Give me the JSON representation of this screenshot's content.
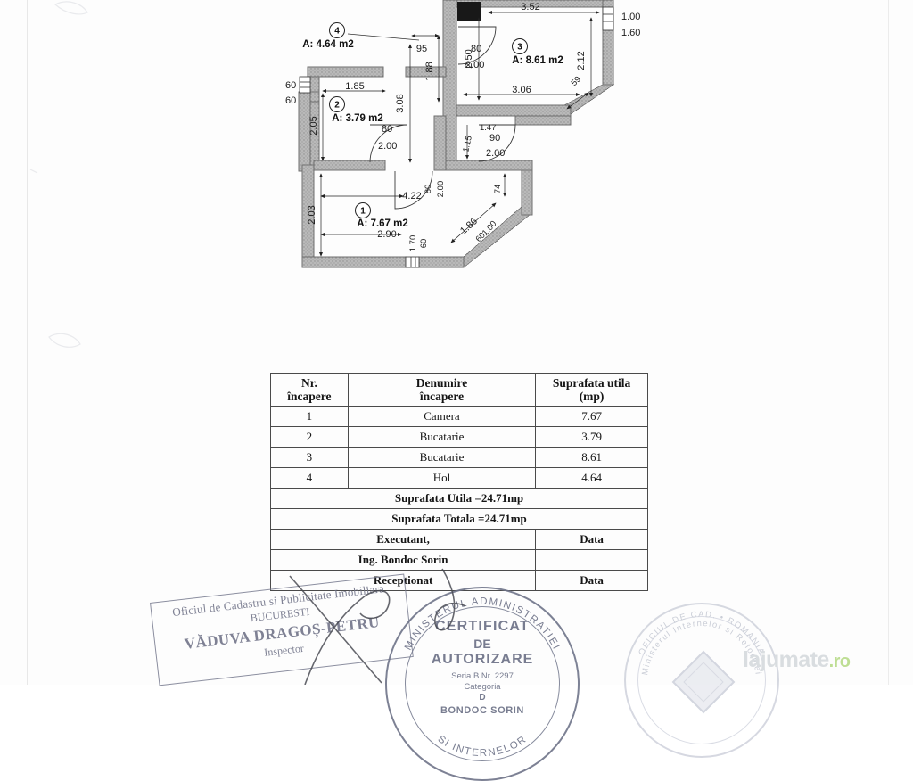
{
  "document": {
    "type": "cadastral-floor-plan",
    "watermark": "lajumate",
    "watermark_suffix": ".ro"
  },
  "floor_plan": {
    "rooms": [
      {
        "number": "4",
        "area_label": "A: 4.64 m2"
      },
      {
        "number": "3",
        "area_label": "A: 8.61 m2"
      },
      {
        "number": "2",
        "area_label": "A: 3.79 m2"
      },
      {
        "number": "1",
        "area_label": "A: 7.67 m2"
      }
    ],
    "dimensions": {
      "room3_top": "3.52",
      "room3_right": "2.12",
      "room3_bottom": "3.06",
      "room3_left_vert": "2.50",
      "room3_corner_diag": "59",
      "window_top_right_w": "1.00",
      "window_top_right_h": "1.60",
      "hall_w": "95",
      "hall_vert": "1.88",
      "hall_left_vert": "3.08",
      "room2_top": "1.85",
      "room2_left_vert": "2.05",
      "window_left_w": "60",
      "window_left_h": "60",
      "room1_top": "4.22",
      "room1_left_vert": "2.03",
      "room1_bottom": "2.90",
      "room1_diag": "1.86",
      "window_bottom_w": "1.70",
      "window_bottom_h": "60",
      "window_diag_w": "1.00",
      "window_diag_h": "60",
      "mid_small_1": "1.47",
      "mid_small_2": "1.15",
      "right_small": "74",
      "door_a_w": "80",
      "door_a_h": "2.00",
      "door_b_w": "80",
      "door_b_h": "2.00",
      "door_c_w": "90",
      "door_c_h": "2.00",
      "door_d_w": "80",
      "door_d_h": "2.00",
      "door_e_w": "90",
      "door_e_h": "2.00"
    }
  },
  "table": {
    "headers": [
      "Nr.\nîncapere",
      "Denumire\nîncapere",
      "Suprafata utila\n(mp)"
    ],
    "header_nr_l1": "Nr.",
    "header_nr_l2": "încapere",
    "header_name_l1": "Denumire",
    "header_name_l2": "încapere",
    "header_area_l1": "Suprafata utila",
    "header_area_l2": "(mp)",
    "rows": [
      {
        "nr": "1",
        "name": "Camera",
        "area": "7.67"
      },
      {
        "nr": "2",
        "name": "Bucatarie",
        "area": "3.79"
      },
      {
        "nr": "3",
        "name": "Bucatarie",
        "area": "8.61"
      },
      {
        "nr": "4",
        "name": "Hol",
        "area": "4.64"
      }
    ],
    "total_utila": "Suprafata Utila =24.71mp",
    "total_totala": "Suprafata Totala =24.71mp",
    "executant_label": "Executant,",
    "executant_date_label": "Data",
    "executant_name": "Ing. Bondoc Sorin",
    "receptionat_label": "Receptionat",
    "receptionat_date_label": "Data"
  },
  "stamps": {
    "ocpi": {
      "line1": "Oficiul de Cadastru si Publicitate Imobiliara",
      "line2": "BUCURESTI",
      "line3": "VĂDUVA DRAGOȘ-PETRU",
      "line4": "Inspector"
    },
    "certificate": {
      "arc_top": "MINISTERUL ADMINISTRATIEI",
      "arc_bottom": "SI INTERNELOR",
      "title1": "CERTIFICAT",
      "title2": "DE",
      "title3": "AUTORIZARE",
      "serial": "Seria B Nr. 2297",
      "category_label": "Categoria",
      "category_value": "D",
      "name": "BONDOC SORIN"
    },
    "romania": {
      "arc_top": "OFICIUL DE CAD. • ROMANIA",
      "arc_bottom": "Ministerul Internelor si Reformei"
    }
  }
}
